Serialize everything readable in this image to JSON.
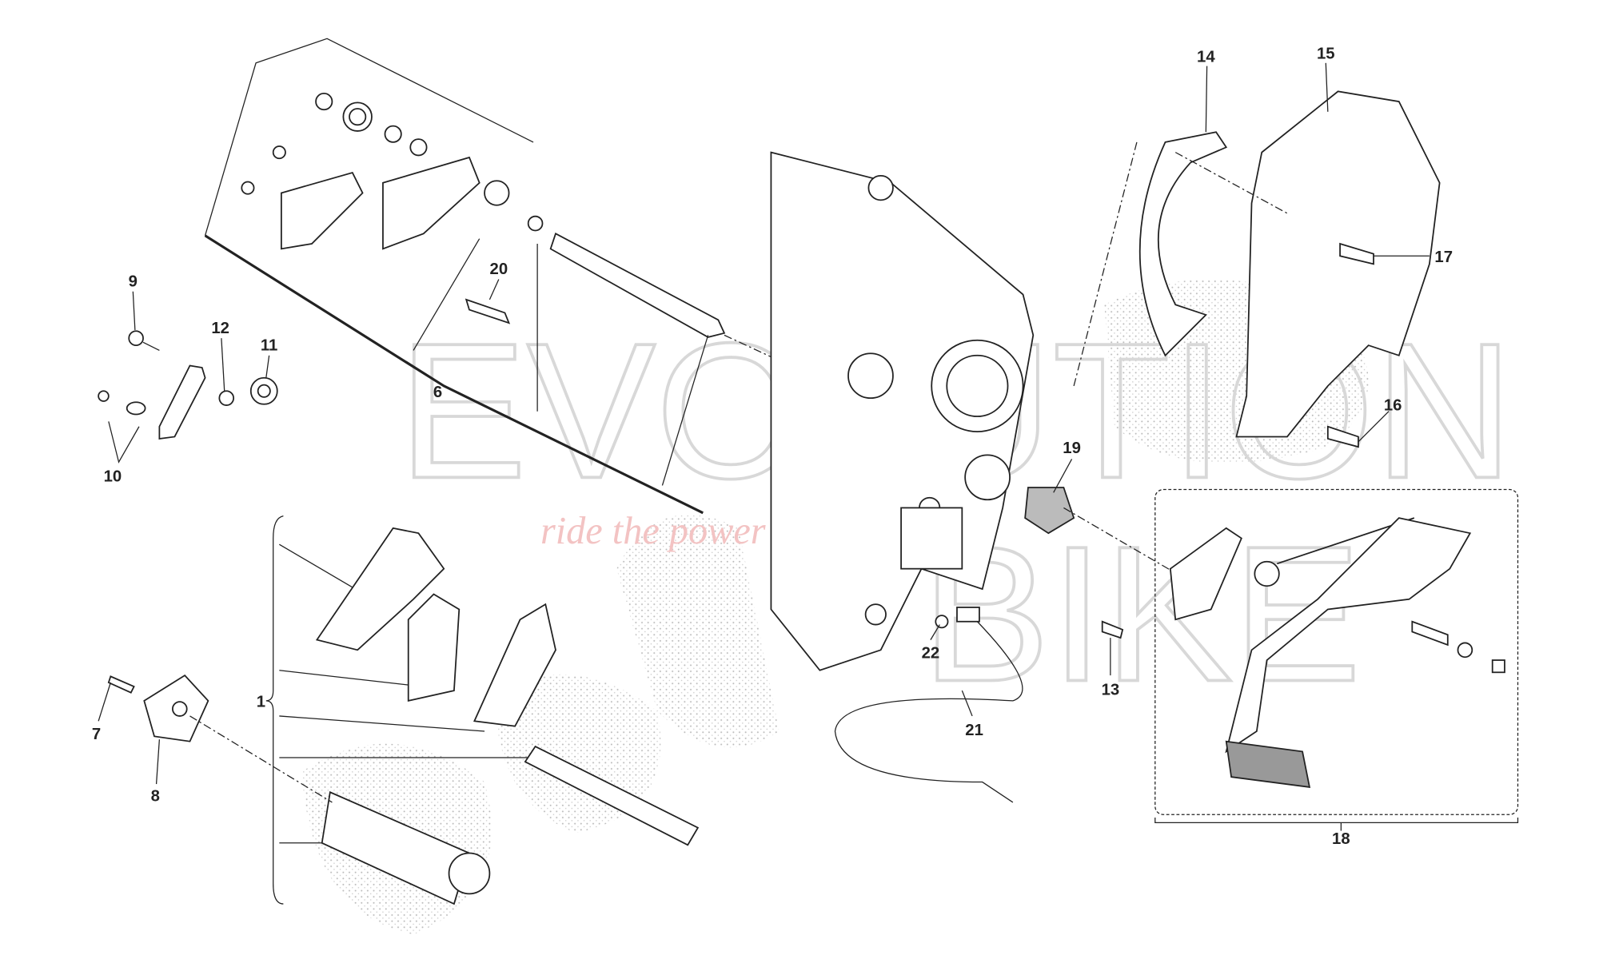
{
  "diagram": {
    "watermark": {
      "brand_top": "EVOLUTION",
      "brand_bottom": "BIKE",
      "tagline": "ride the power"
    },
    "labels": {
      "l1": "1",
      "l6": "6",
      "l7": "7",
      "l8": "8",
      "l9": "9",
      "l10": "10",
      "l11": "11",
      "l12": "12",
      "l13": "13",
      "l14": "14",
      "l15": "15",
      "l16": "16",
      "l17": "17",
      "l18": "18",
      "l19": "19",
      "l20": "20",
      "l21": "21",
      "l22": "22"
    }
  }
}
